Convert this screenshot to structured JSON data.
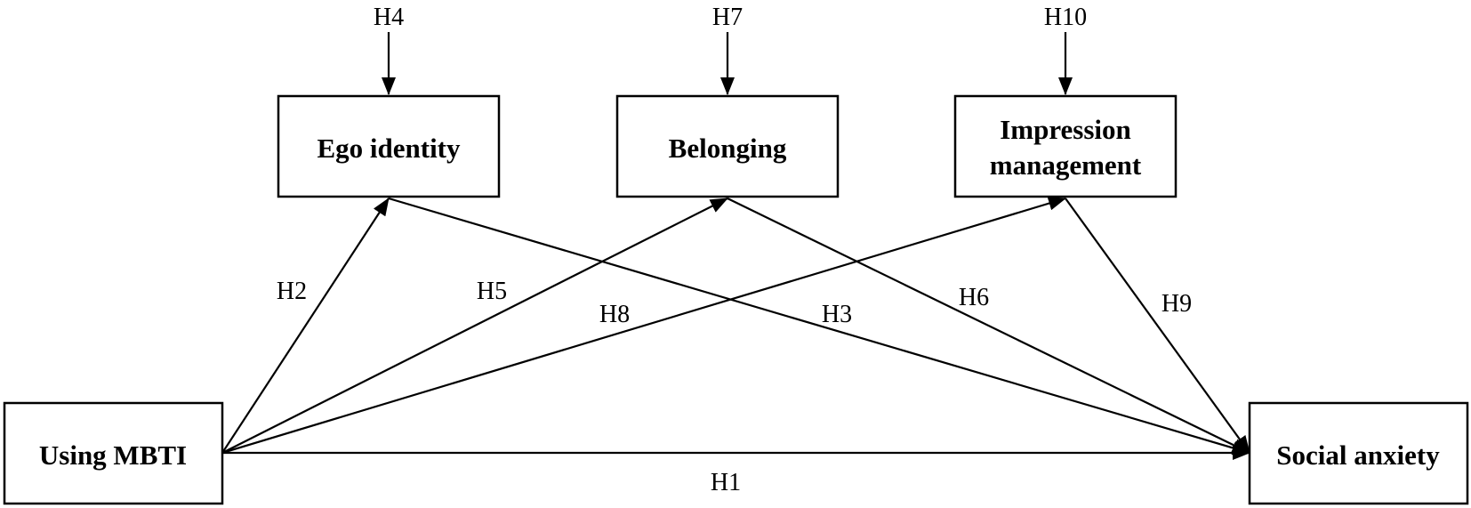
{
  "nodes": {
    "using_mbti": {
      "label": "Using MBTI"
    },
    "ego_identity": {
      "label": "Ego identity"
    },
    "belonging": {
      "label": "Belonging"
    },
    "impression_management": {
      "label_line1": "Impression",
      "label_line2": "management"
    },
    "social_anxiety": {
      "label": "Social anxiety"
    }
  },
  "edges": {
    "h1": "H1",
    "h2": "H2",
    "h3": "H3",
    "h4": "H4",
    "h5": "H5",
    "h6": "H6",
    "h7": "H7",
    "h8": "H8",
    "h9": "H9",
    "h10": "H10"
  },
  "colors": {
    "stroke": "#000000",
    "background": "#ffffff"
  }
}
